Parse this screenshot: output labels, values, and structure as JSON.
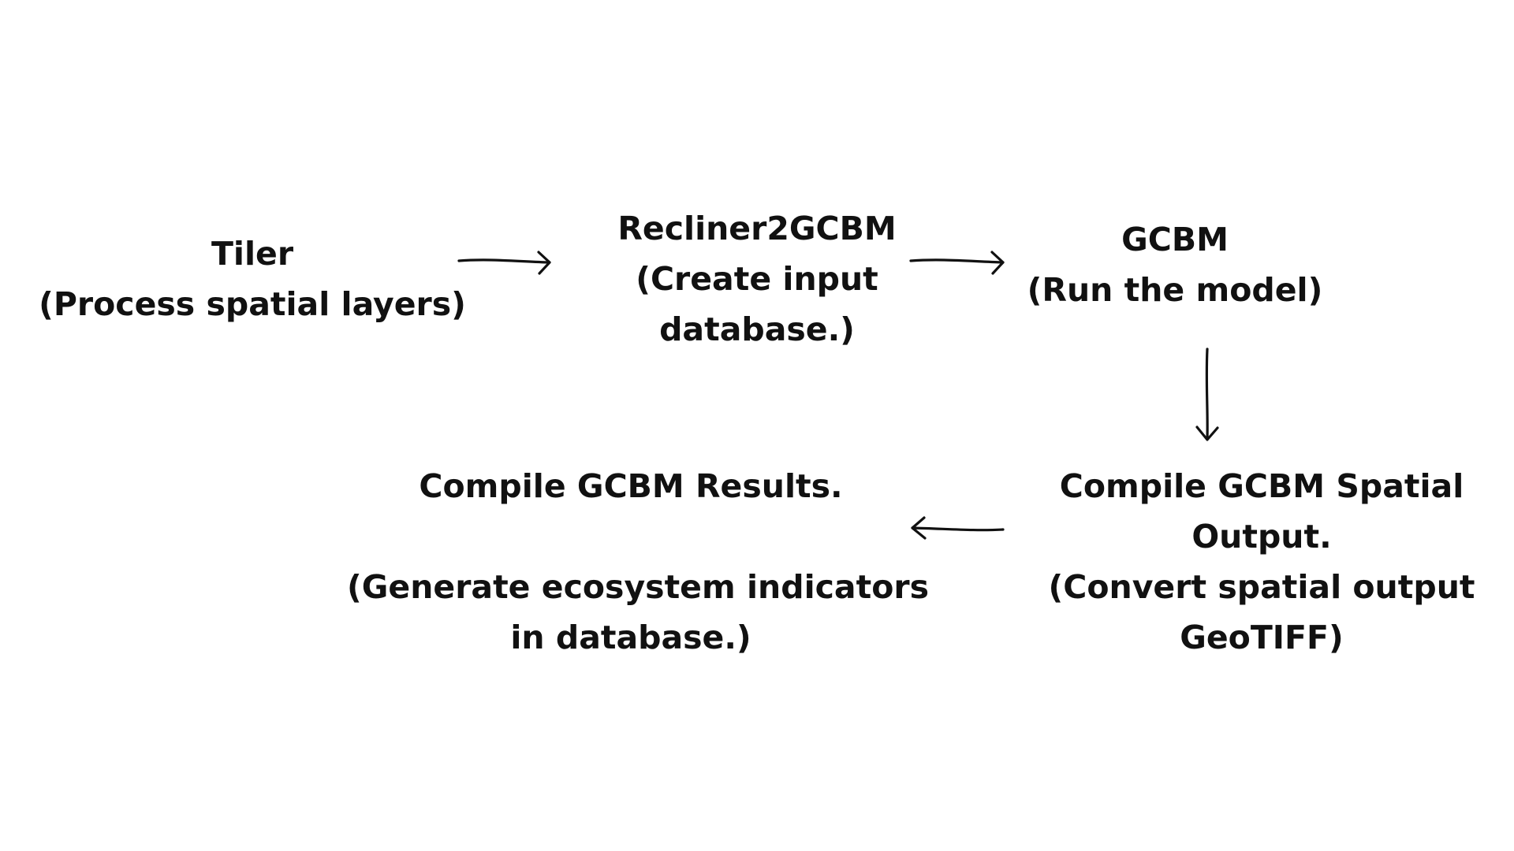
{
  "diagram": {
    "nodes": [
      {
        "id": "tiler",
        "lines": [
          "Tiler",
          "(Process spatial layers)"
        ]
      },
      {
        "id": "recliner2gcbm",
        "lines": [
          "Recliner2GCBM",
          "(Create input",
          "database.)"
        ]
      },
      {
        "id": "gcbm",
        "lines": [
          "GCBM",
          "(Run the model)"
        ]
      },
      {
        "id": "compile-spatial-output",
        "lines": [
          "Compile GCBM Spatial",
          "Output.",
          "(Convert spatial output",
          "GeoTIFF)"
        ]
      },
      {
        "id": "compile-results",
        "lines": [
          "Compile GCBM Results.",
          "",
          "(Generate ecosystem indicators",
          "in database.)"
        ]
      }
    ],
    "edges": [
      {
        "from": "tiler",
        "to": "recliner2gcbm"
      },
      {
        "from": "recliner2gcbm",
        "to": "gcbm"
      },
      {
        "from": "gcbm",
        "to": "compile-spatial-output"
      },
      {
        "from": "compile-spatial-output",
        "to": "compile-results"
      }
    ]
  }
}
